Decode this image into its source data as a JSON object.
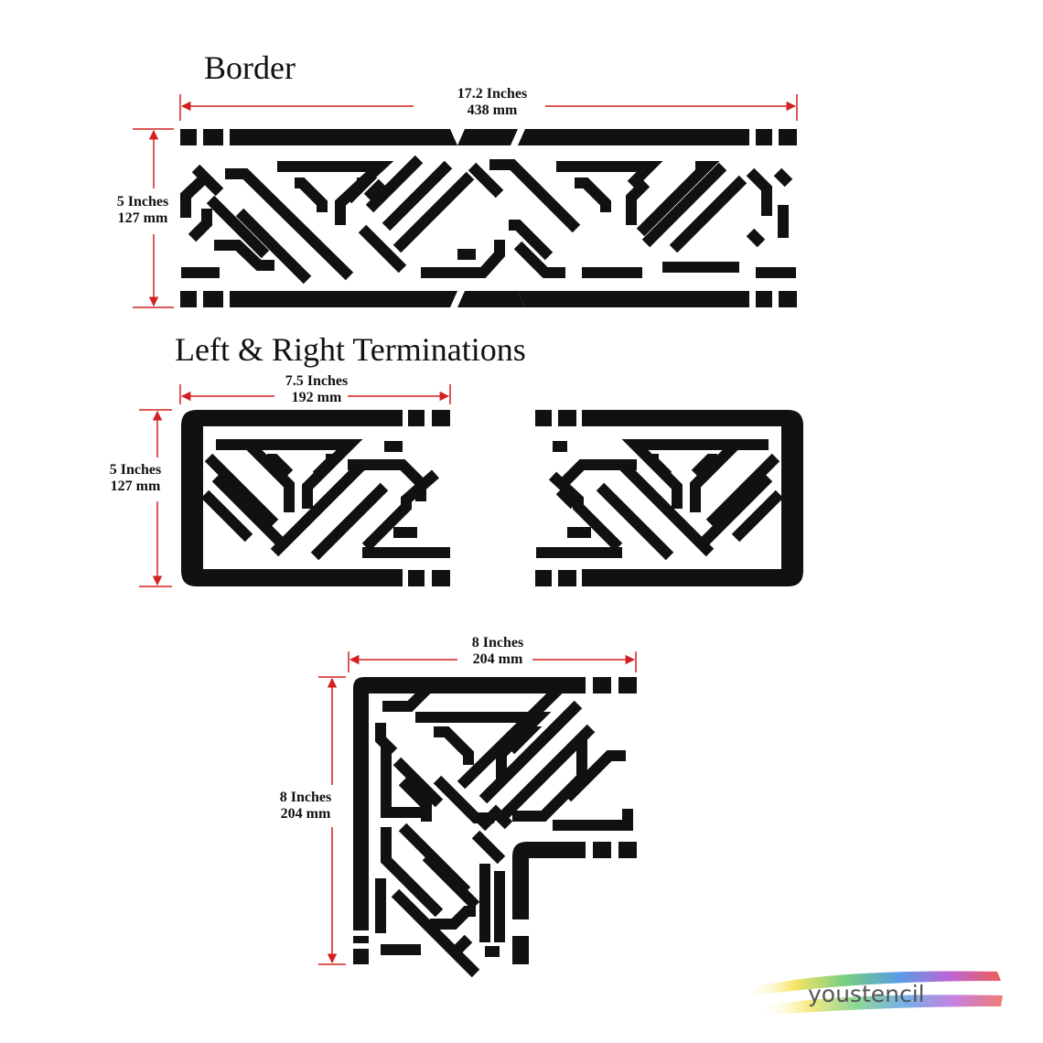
{
  "sections": {
    "border": {
      "title": "Border",
      "width_label": [
        "17.2 Inches",
        "438 mm"
      ],
      "height_label": [
        "5 Inches",
        "127 mm"
      ]
    },
    "terminations": {
      "title": "Left & Right Terminations",
      "width_label": [
        "7.5 Inches",
        "192 mm"
      ],
      "height_label": [
        "5 Inches",
        "127 mm"
      ]
    },
    "corner": {
      "width_label": [
        "8 Inches",
        "204 mm"
      ],
      "height_label": [
        "8 Inches",
        "204 mm"
      ]
    }
  },
  "brand": "youstencil",
  "colors": {
    "stencil": "#111111",
    "dimension_line": "#d42020",
    "brand_text": "#555555"
  }
}
